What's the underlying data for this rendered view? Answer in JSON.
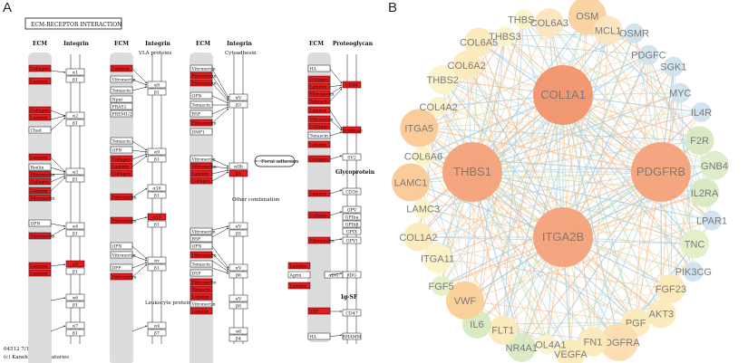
{
  "panels": {
    "a": "A",
    "b": "B"
  },
  "kegg": {
    "title": "ECM-RECEPTOR INTERACTION",
    "footer_id": "04512 7/19/19",
    "footer_copy": "(c) Kanehisa Laboratories",
    "focal_adhesion": "Focal adhesion",
    "headers": [
      "ECM",
      "Integrin",
      "ECM",
      "Integrin",
      "ECM",
      "Integrin",
      "ECM",
      "Proteoglycan"
    ],
    "col1_ecm": [
      "Collagen",
      "Laminin",
      "Collagen",
      "Laminin",
      "Chad",
      "Laminin",
      "Reelin",
      "Fibronectin",
      "Collagen",
      "Laminin",
      "Fibronectin",
      "OPN",
      "Fibronectin",
      "Laminin",
      "Laminin"
    ],
    "col1_ecm_red": [
      true,
      true,
      true,
      true,
      false,
      true,
      false,
      true,
      true,
      true,
      true,
      false,
      true,
      true,
      true
    ],
    "col1_int": [
      "α1",
      "β1",
      "α2",
      "β1",
      "α3",
      "β1",
      "α4",
      "β1",
      "α5",
      "β1",
      "α6",
      "β1",
      "α7",
      "β1"
    ],
    "col2_sub": "VLA proteins",
    "col2_ecm": [
      "Laminin",
      "Vitronectin",
      "Tenascin",
      "Npnt",
      "FRAS1",
      "FREM1/2",
      "Tenascin",
      "OPN",
      "Collagen",
      "Laminin",
      "Collagen",
      "Fibronectin",
      "Fibronectin",
      "OPN",
      "Vitronectin",
      "DPP",
      "Fibronectin"
    ],
    "col2_ecm_red": [
      true,
      false,
      false,
      false,
      false,
      false,
      false,
      false,
      true,
      true,
      true,
      true,
      true,
      false,
      false,
      false,
      true
    ],
    "col2_int": [
      "α8",
      "β1",
      "α9",
      "β1",
      "α10",
      "β1",
      "α11",
      "β1",
      "αv",
      "β1",
      "α4",
      "β7"
    ],
    "col2_int_red": [
      false,
      false,
      false,
      false,
      false,
      false,
      true,
      false,
      false,
      false,
      false,
      false
    ],
    "col2_leuko": "Leukocyte proteins",
    "col3_sub": "Cytoadhesin",
    "col3_ecm": [
      "Vitronectin",
      "Fibronectin",
      "Fibronectin",
      "OPN",
      "Tenascin",
      "BSP",
      "Fibronectin",
      "DMP1",
      "Vitronectin",
      "Fibronectin",
      "Laminin",
      "Collagen",
      "Vitronectin",
      "BSP",
      "OPN",
      "Fibronectin",
      "Tenascin",
      "DSP",
      "Fibronectin",
      "Tenascin",
      "Laminin",
      "Vitronectin",
      "Laminin"
    ],
    "col3_ecm_red": [
      false,
      true,
      true,
      false,
      false,
      false,
      true,
      false,
      false,
      true,
      true,
      true,
      false,
      false,
      false,
      true,
      false,
      false,
      true,
      true,
      true,
      false,
      true
    ],
    "col3_int": [
      "αV",
      "β3",
      "αIIb",
      "β3",
      "αV",
      "β5",
      "αV",
      "β6",
      "αV",
      "β8",
      "α6",
      "β4"
    ],
    "col3_int_red": [
      false,
      false,
      false,
      true,
      false,
      false,
      false,
      false,
      false,
      false,
      false,
      false
    ],
    "col3_other": "Other combination",
    "col4_ecm": [
      "HA",
      "Collagen",
      "Laminin",
      "Fibronectin",
      "Tenascin",
      "Laminin",
      "Vitronectin",
      "Collagen",
      "Tenascin",
      "Laminin",
      "Collagen",
      "Laminin",
      "Collagen",
      "Fibronectin",
      "Laminin",
      "Agrin",
      "Laminin",
      "TSP",
      "HA"
    ],
    "col4_ecm_red": [
      false,
      true,
      true,
      true,
      true,
      true,
      true,
      true,
      false,
      true,
      true,
      true,
      true,
      true,
      true,
      false,
      true,
      true,
      false
    ],
    "col4_pg": [
      "CD44",
      "Syndecan",
      "SV2",
      "CD36",
      "GPV",
      "GPIba",
      "GPIbβ",
      "GPIX",
      "GPVI",
      "αDG",
      "βDG",
      "CD47",
      "RHAMM"
    ],
    "col4_pg_red": [
      true,
      true,
      false,
      false,
      false,
      false,
      false,
      false,
      false,
      false,
      false,
      false,
      false
    ],
    "glyco": "Glycoprotein",
    "igsf": "Ig-SF"
  },
  "network": {
    "nodes": [
      {
        "label": "COL1A1",
        "color": "#f2936c",
        "size": 3
      },
      {
        "label": "THBS1",
        "color": "#f4a27a",
        "size": 3
      },
      {
        "label": "PDGFRB",
        "color": "#f4a27a",
        "size": 3
      },
      {
        "label": "ITGA2B",
        "color": "#f4a27a",
        "size": 3
      },
      {
        "label": "OSM",
        "color": "#fbd29e",
        "size": 2
      },
      {
        "label": "MCL1",
        "color": "#fbe5bd",
        "size": 1
      },
      {
        "label": "OSMR",
        "color": "#cfe3ee",
        "size": 0
      },
      {
        "label": "PDGFC",
        "color": "#cfe3ee",
        "size": 0
      },
      {
        "label": "SGK1",
        "color": "#cfe3ee",
        "size": 0
      },
      {
        "label": "MYC",
        "color": "#cfe3ee",
        "size": 0
      },
      {
        "label": "IL4R",
        "color": "#cfe3ee",
        "size": 0
      },
      {
        "label": "F2R",
        "color": "#d7e9c2",
        "size": 1
      },
      {
        "label": "GNB4",
        "color": "#dcecc8",
        "size": 1
      },
      {
        "label": "IL2RA",
        "color": "#d7e9c2",
        "size": 1
      },
      {
        "label": "LPAR1",
        "color": "#cfe3ee",
        "size": 0
      },
      {
        "label": "TNC",
        "color": "#e3efc5",
        "size": 1
      },
      {
        "label": "PIK3CG",
        "color": "#cfe3ee",
        "size": 0
      },
      {
        "label": "FGF23",
        "color": "#fbe9b8",
        "size": 1
      },
      {
        "label": "AKT3",
        "color": "#fbeab9",
        "size": 1
      },
      {
        "label": "PGF",
        "color": "#fbeab9",
        "size": 1
      },
      {
        "label": "PDGFRA",
        "color": "#fcdcae",
        "size": 2
      },
      {
        "label": "FN1",
        "color": "#fbeab9",
        "size": 1
      },
      {
        "label": "VEGFA",
        "color": "#fbeab9",
        "size": 1
      },
      {
        "label": "COL4A1",
        "color": "#fcf2c8",
        "size": 0
      },
      {
        "label": "NR4A1",
        "color": "#d7e9c2",
        "size": 1
      },
      {
        "label": "FLT1",
        "color": "#fbeab9",
        "size": 1
      },
      {
        "label": "IL6",
        "color": "#d7e9c2",
        "size": 1
      },
      {
        "label": "VWF",
        "color": "#fbcf96",
        "size": 2
      },
      {
        "label": "FGF5",
        "color": "#e3efc5",
        "size": 0
      },
      {
        "label": "ITGA11",
        "color": "#fcf2c8",
        "size": 1
      },
      {
        "label": "COL1A2",
        "color": "#fbeab9",
        "size": 1
      },
      {
        "label": "LAMC3",
        "color": "#fcf2c8",
        "size": 0
      },
      {
        "label": "LAMC1",
        "color": "#fbc995",
        "size": 2
      },
      {
        "label": "COL6A6",
        "color": "#fcf2c8",
        "size": 0
      },
      {
        "label": "ITGA5",
        "color": "#fbc995",
        "size": 2
      },
      {
        "label": "COL4A2",
        "color": "#fcf2c8",
        "size": 0
      },
      {
        "label": "THBS2",
        "color": "#fcf2c8",
        "size": 1
      },
      {
        "label": "COL6A2",
        "color": "#fbeab9",
        "size": 1
      },
      {
        "label": "COL6A5",
        "color": "#fbeab9",
        "size": 1
      },
      {
        "label": "THBS3",
        "color": "#fcf2c8",
        "size": 0
      },
      {
        "label": "THBS4",
        "color": "#fcf2c8",
        "size": 0
      },
      {
        "label": "COL6A3",
        "color": "#fbe5bd",
        "size": 1
      }
    ]
  }
}
